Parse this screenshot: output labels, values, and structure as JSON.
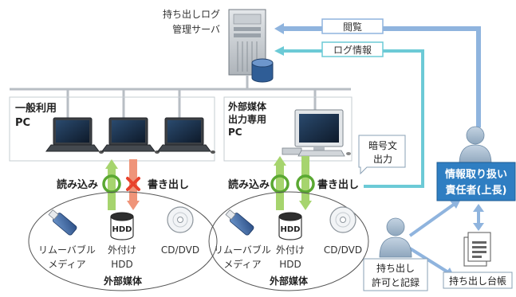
{
  "server": {
    "label_line1": "持ち出しログ",
    "label_line2": "管理サーバ"
  },
  "arrows": {
    "view": "閲覧",
    "log_info": "ログ情報",
    "encrypt_line1": "暗号文",
    "encrypt_line2": "出力"
  },
  "general_pc": {
    "label_line1": "一般利用",
    "label_line2": "PC",
    "read": "読み込み",
    "write": "書き出し",
    "media": {
      "usb_line1": "リムーバブル",
      "usb_line2": "メディア",
      "hdd_line1": "外付け",
      "hdd_line2": "HDD",
      "hdd_icon": "HDD",
      "cd": "CD/DVD",
      "title": "外部媒体"
    }
  },
  "export_pc": {
    "label_line1": "外部媒体",
    "label_line2": "出力専用",
    "label_line3": "PC",
    "read": "読み込み",
    "write": "書き出し",
    "media": {
      "usb_line1": "リムーバブル",
      "usb_line2": "メディア",
      "hdd_line1": "外付け",
      "hdd_line2": "HDD",
      "hdd_icon": "HDD",
      "cd": "CD/DVD",
      "title": "外部媒体"
    }
  },
  "manager": {
    "line1": "情報取り扱い",
    "line2": "責任者(上長)"
  },
  "employee": {
    "line1": "持ち出し",
    "line2": "許可と記録"
  },
  "ledger": {
    "label": "持ち出し台帳"
  },
  "colors": {
    "blue_arrow": "#8fb4de",
    "cyan_arrow": "#6ccad6",
    "green": "#5aa832",
    "red": "#e8422c",
    "salmon": "#ef9479",
    "manager_box": "#2f7ec2",
    "person": "#9fb6cc"
  }
}
